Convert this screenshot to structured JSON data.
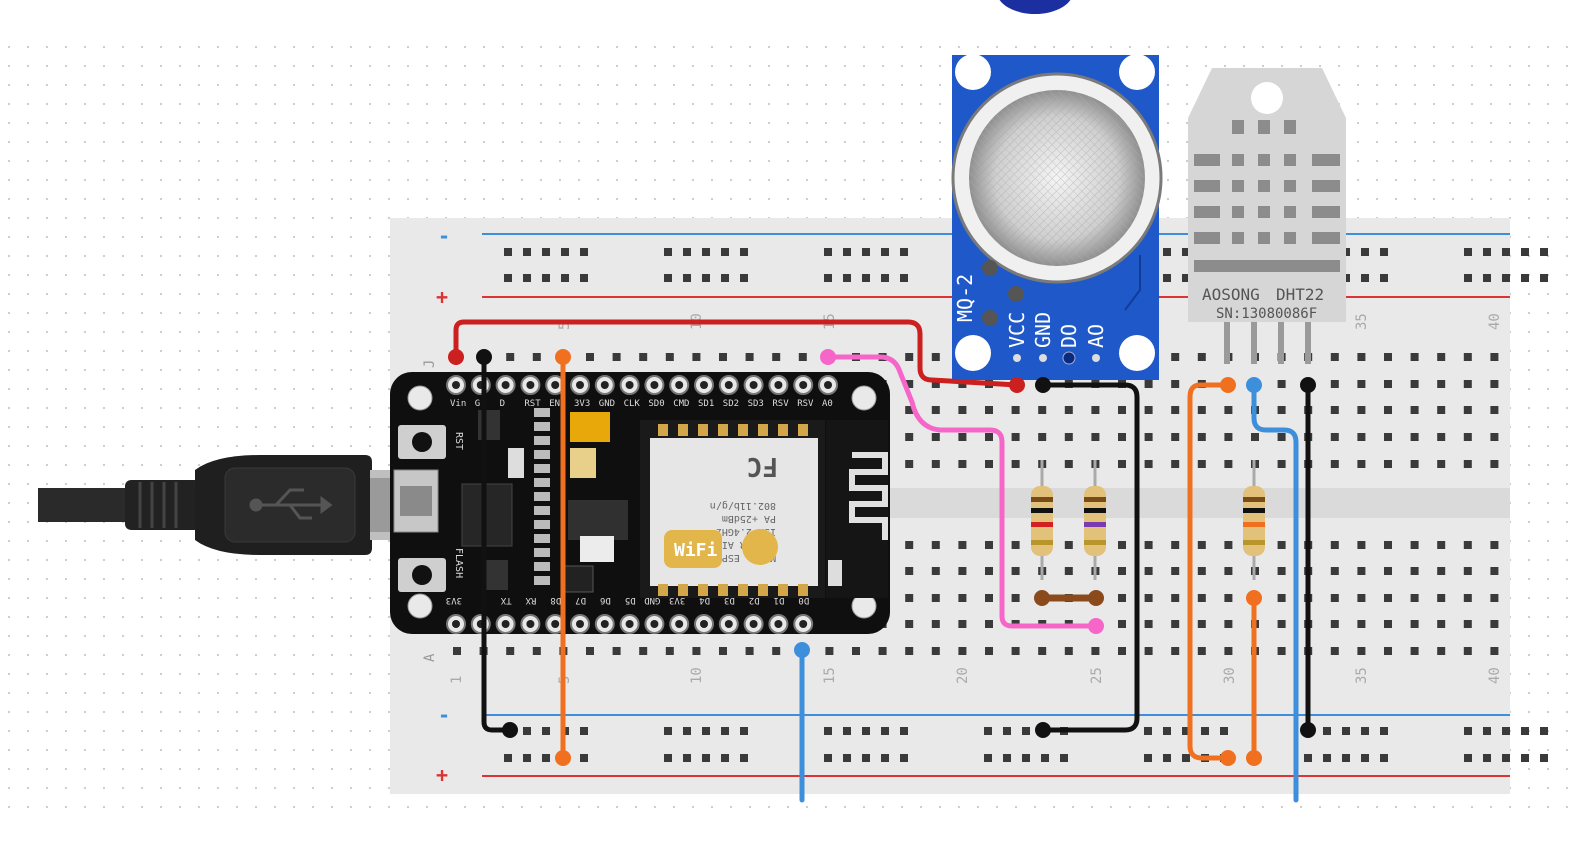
{
  "breadboard": {
    "rail_minus": "-",
    "rail_plus": "+",
    "row_top": "J",
    "row_bottom": "A",
    "column_numbers": [
      "1",
      "5",
      "10",
      "15",
      "20",
      "25",
      "30",
      "35",
      "40"
    ]
  },
  "mcu": {
    "top_pins": [
      "Vin",
      "G",
      "D",
      "RST",
      "EN",
      "3V3",
      "GND",
      "CLK",
      "SD0",
      "CMD",
      "SD1",
      "SD2",
      "SD3",
      "RSV",
      "RSV",
      "A0"
    ],
    "bottom_pins": [
      "3V3",
      "G",
      "TX",
      "RX",
      "D8",
      "D7",
      "D6",
      "D5",
      "GND",
      "3V3",
      "D4",
      "D3",
      "D2",
      "D1",
      "D0"
    ],
    "button_rst": "RST",
    "button_flash": "FLASH",
    "module_lines": [
      "MODEL ESP8266MOD",
      "VENDOR AI-THINKER",
      "ISM 2.4GHz",
      "PA +25dBm",
      "802.11b/g/n"
    ],
    "wifi_label": "WiFi",
    "fc_label": "FC"
  },
  "gas_sensor": {
    "model": "MQ-2",
    "pins": [
      "VCC",
      "GND",
      "DO",
      "AO"
    ]
  },
  "dht_sensor": {
    "brand": "AOSONG",
    "model": "DHT22",
    "serial": "SN:13080086F"
  },
  "colors": {
    "wire_red": "#cc1f1f",
    "wire_black": "#111111",
    "wire_orange": "#f07020",
    "wire_blue": "#3d8fdc",
    "wire_pink": "#f566c8",
    "wire_brown": "#8a4a1c",
    "board_blue": "#1f58c8"
  }
}
